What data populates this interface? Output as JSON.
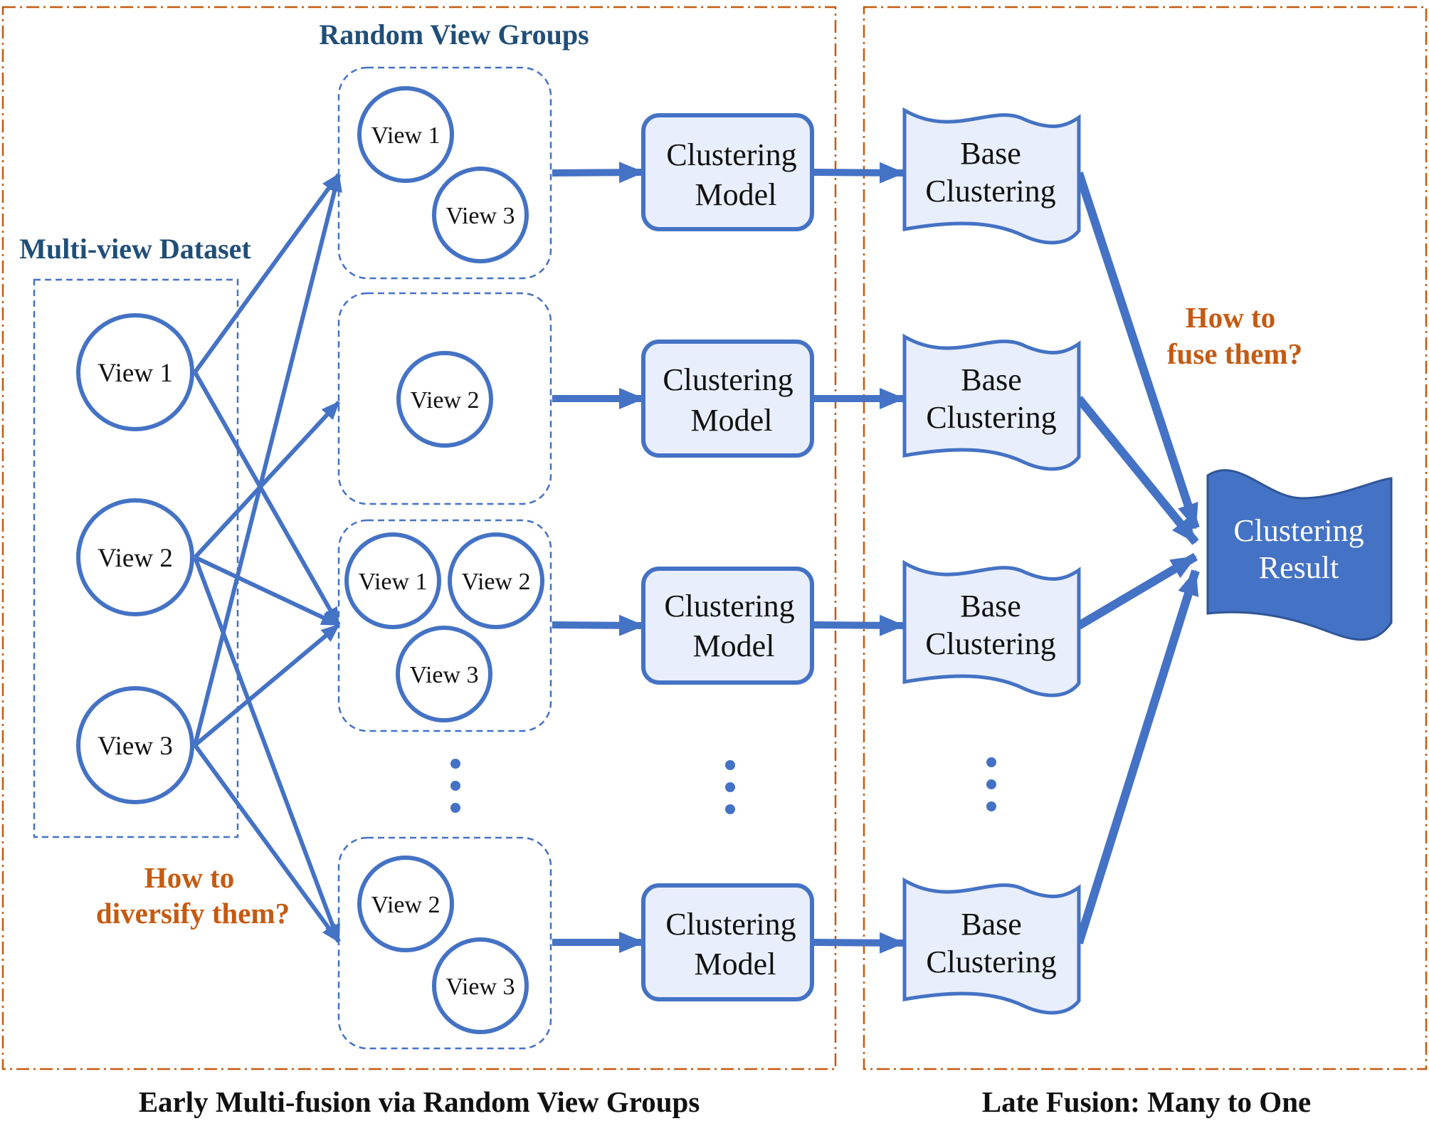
{
  "labels": {
    "random_view_groups": "Random View Groups",
    "multiview_dataset": "Multi-view Dataset",
    "how_to_diversify_line1": "How to",
    "how_to_diversify_line2": "diversify them?",
    "how_to_fuse_line1": "How to",
    "how_to_fuse_line2": "fuse them?",
    "early_fusion_caption": "Early Multi-fusion via Random View Groups",
    "late_fusion_caption": "Late Fusion: Many to One"
  },
  "dataset": {
    "views": [
      "View 1",
      "View 2",
      "View 3"
    ]
  },
  "groups": [
    {
      "views": [
        "View 1",
        "View 3"
      ]
    },
    {
      "views": [
        "View 2"
      ]
    },
    {
      "views": [
        "View 1",
        "View 2",
        "View 3"
      ]
    },
    {
      "views": [
        "View 2",
        "View 3"
      ]
    }
  ],
  "model": {
    "line1": "Clustering",
    "line2": "Model"
  },
  "base": {
    "line1": "Base",
    "line2": "Clustering"
  },
  "result": {
    "line1": "Clustering",
    "line2": "Result"
  },
  "colors": {
    "accent_blue": "#4472c4",
    "box_fill": "#e8eefb",
    "title_blue": "#1f4e79",
    "question_orange": "#c55a11",
    "frame_orange": "#c55a11"
  }
}
